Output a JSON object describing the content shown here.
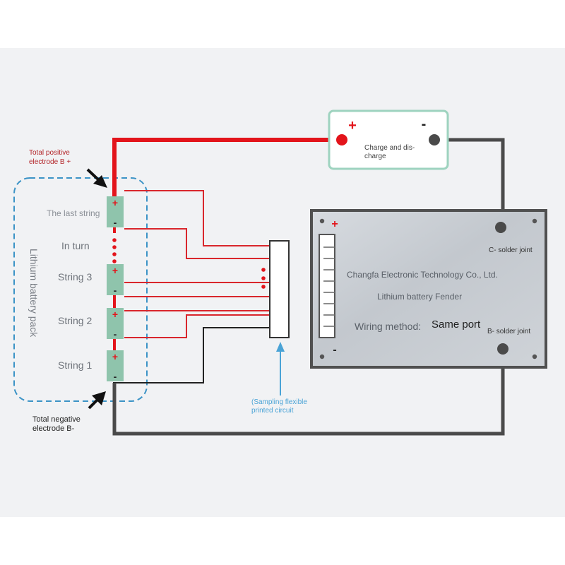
{
  "header_text": "",
  "labels": {
    "total_positive": [
      "Total positive",
      "electrode B +"
    ],
    "total_negative": [
      "Total negative",
      "electrode B-"
    ],
    "the_last_string": "The last string",
    "in_turn": "In turn",
    "string_3": "String 3",
    "string_2": "String 2",
    "string_1": "String 1",
    "pack_label": "Lithium battery pack",
    "sampling": [
      "(Sampling flexible",
      "printed circuit"
    ]
  },
  "charger": {
    "plus": "+",
    "minus": "-",
    "label": [
      "Charge and dis-",
      "charge"
    ]
  },
  "board": {
    "company": "Changfa Electronic Technology Co., Ltd.",
    "product": "Lithium battery Fender",
    "wiring_label": "Wiring method:",
    "wiring_value": "Same port",
    "c_joint": "C- solder joint",
    "b_joint": "B- solder joint",
    "plus": "+",
    "minus": "-"
  },
  "cell_signs": {
    "plus": "+",
    "minus": "-"
  },
  "colors": {
    "positive_wire": "#e3141b",
    "sense_wire": "#d9262c",
    "negative_wire": "#4a4a4a",
    "pack_border": "#3b93c6",
    "cell_fill": "#8fc4ac",
    "charger_border": "#9ed3bf",
    "annotation_blue": "#4aa3d6",
    "label_red": "#b3262a"
  }
}
